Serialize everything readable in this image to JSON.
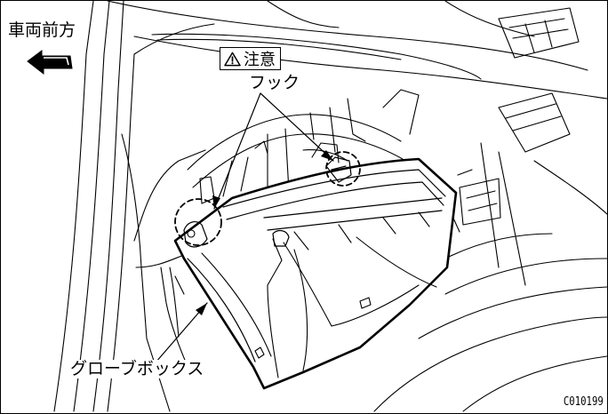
{
  "labels": {
    "vehicle_front": "車両前方",
    "caution": "注意",
    "hook": "フック",
    "glove_box": "グローブボックス",
    "figure_code": "C010199"
  },
  "icons": {
    "caution": "warning-triangle-icon",
    "direction": "front-direction-arrow-icon"
  },
  "colors": {
    "line": "#000000",
    "background": "#ffffff"
  }
}
